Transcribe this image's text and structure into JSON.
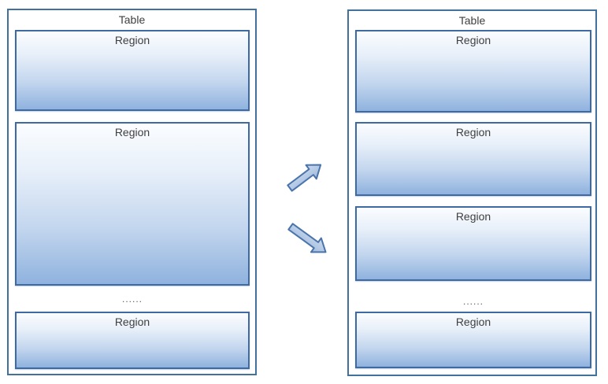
{
  "left_table": {
    "title": "Table",
    "ellipsis": "......",
    "regions": [
      {
        "label": "Region"
      },
      {
        "label": "Region"
      },
      {
        "label": "Region"
      }
    ]
  },
  "right_table": {
    "title": "Table",
    "ellipsis": "......",
    "regions": [
      {
        "label": "Region"
      },
      {
        "label": "Region"
      },
      {
        "label": "Region"
      },
      {
        "label": "Region"
      }
    ]
  },
  "arrows": [
    {
      "icon": "arrow-up-right-icon"
    },
    {
      "icon": "arrow-down-right-icon"
    }
  ],
  "colors": {
    "table_border": "#41719c",
    "region_border": "#3e6aa4",
    "region_fill_top": "#fbfdff",
    "region_fill_bottom": "#8fb2de",
    "arrow_fill_top": "#ccdaed",
    "arrow_fill_bottom": "#9fbbde",
    "arrow_stroke": "#4a74ab",
    "text": "#3f3f3f",
    "ellipsis_text": "#595959"
  }
}
